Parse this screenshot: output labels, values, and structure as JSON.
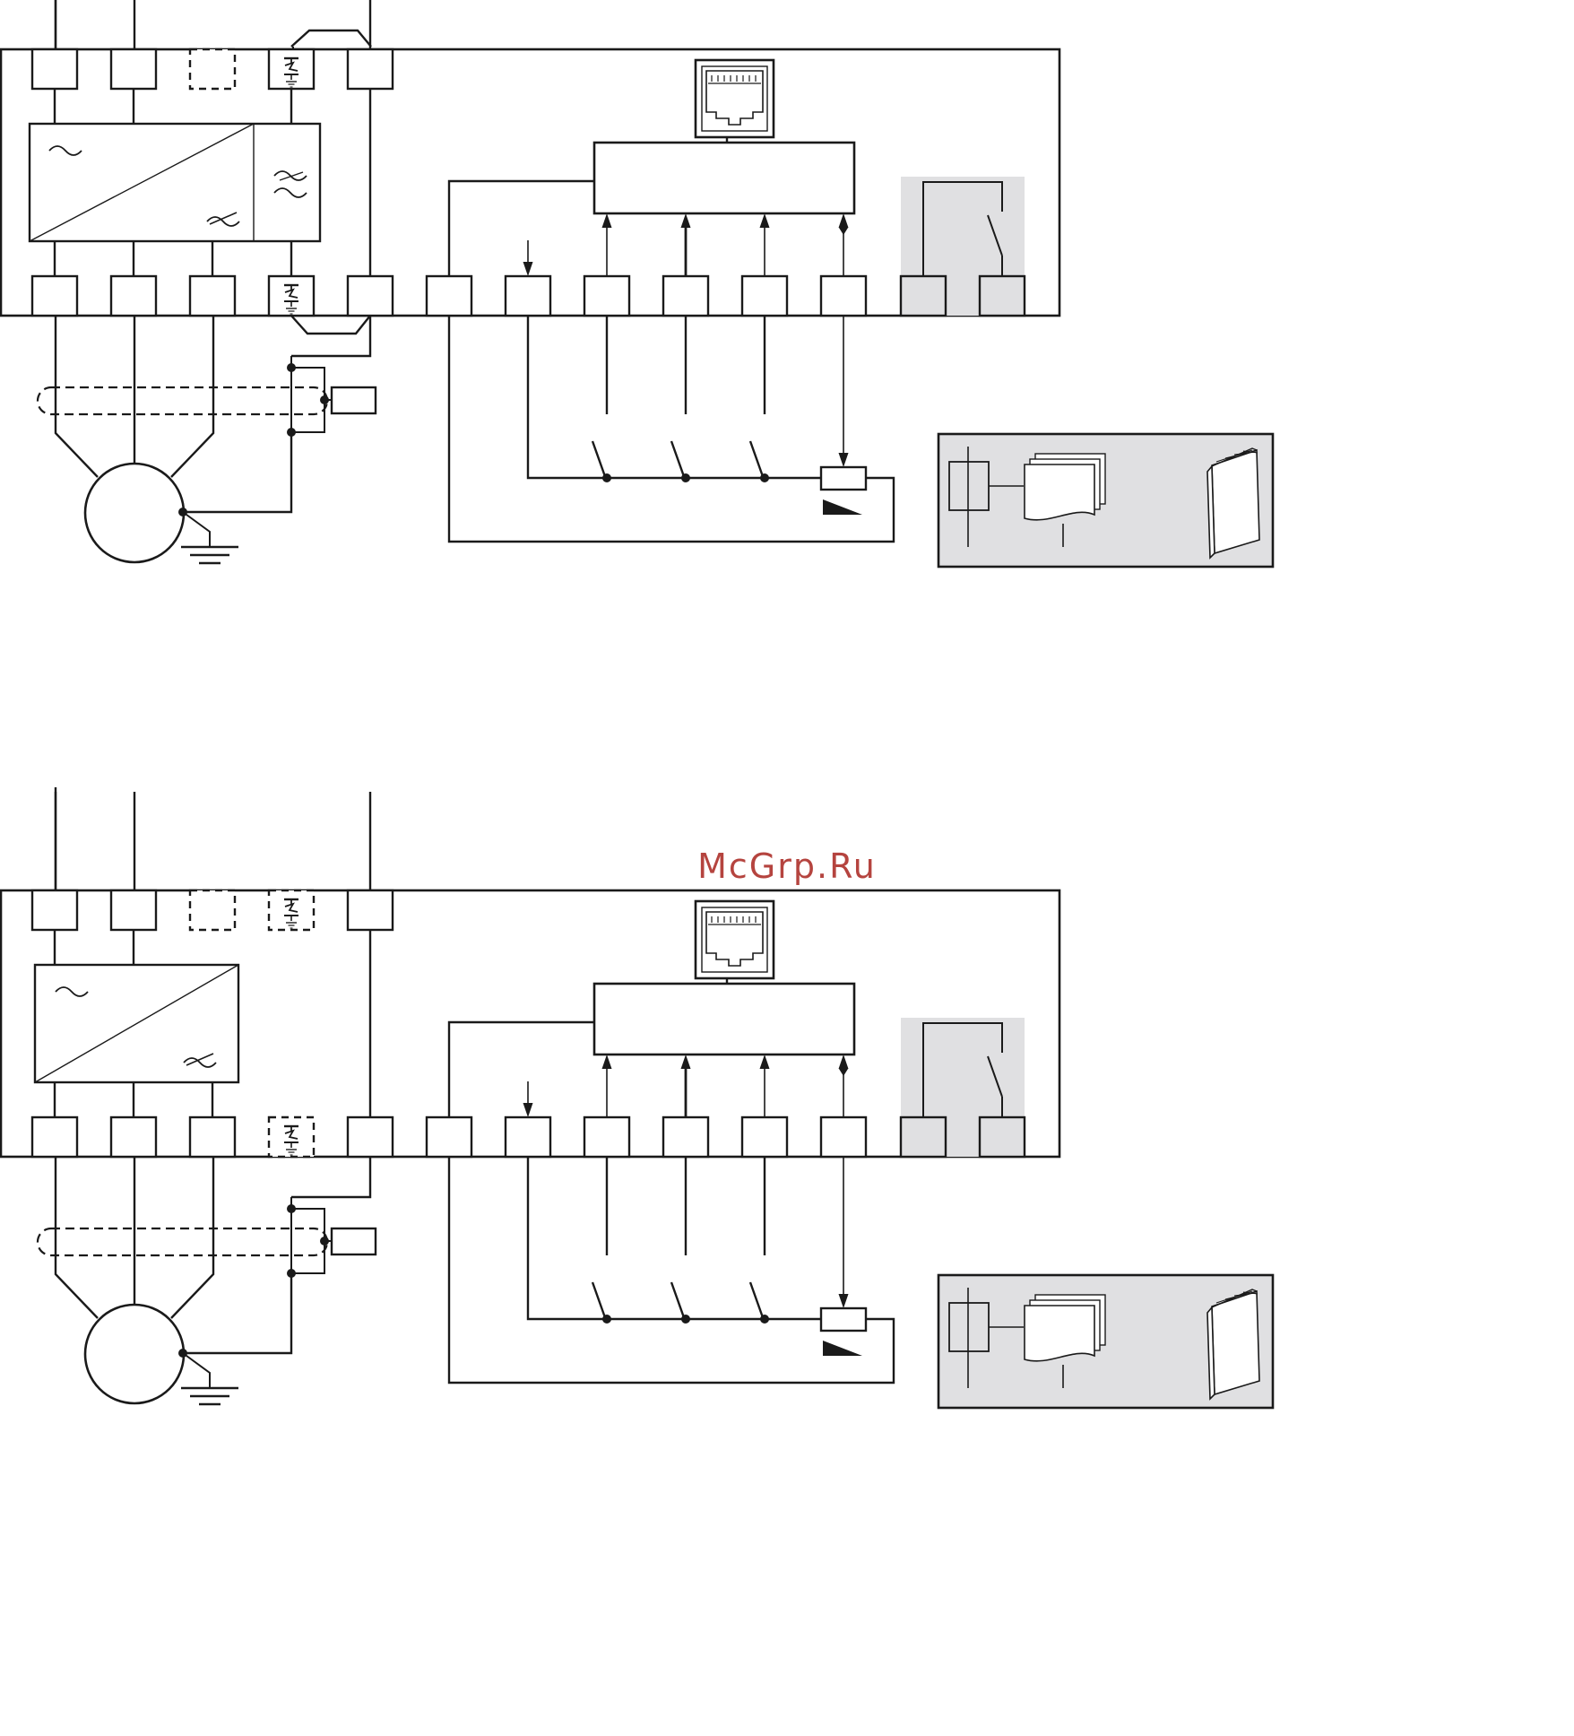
{
  "watermark": {
    "text": "McGrp.Ru",
    "color": "#b5443f"
  },
  "colors": {
    "line": "#1a1a1a",
    "panel": "#e0e0e2",
    "background": "#ffffff"
  },
  "diagrams": [
    {
      "id": "top",
      "filter_section": true,
      "emc_jumper": true,
      "grounding_terminals": "solid"
    },
    {
      "id": "bottom",
      "filter_section": false,
      "emc_jumper": false,
      "grounding_terminals": "dashed"
    }
  ],
  "icons": [
    "rj45-port-icon",
    "relay-contact-icon",
    "potentiometer-icon",
    "switch-icon",
    "motor-icon",
    "ground-icon",
    "documentation-icon",
    "manual-book-icon"
  ]
}
